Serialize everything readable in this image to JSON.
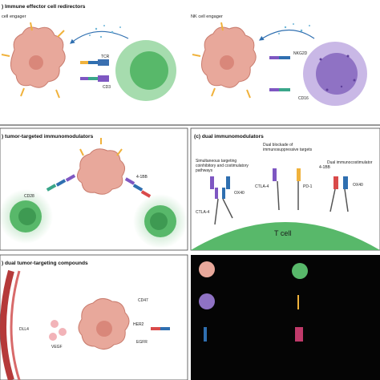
{
  "panels": {
    "a": {
      "title": ") Immune effector cell redirectors",
      "left_caption": "cell engager",
      "right_caption": "NK cell engager",
      "tcr": "TCR",
      "cd3": "CD3",
      "nkg2d": "NKG2D",
      "cd16": "CD16"
    },
    "b": {
      "title": ") tumor-targeted immunomodulators",
      "cd28": "CD28",
      "b41bb": "4-1BB"
    },
    "c": {
      "title": "(c) dual immunomodulators",
      "dual_blockade": [
        "Dual blockade of",
        "immunosuppressive targets"
      ],
      "simultaneous": [
        "Simultaneous targeting",
        "coinhibitory and costimulatory",
        "pathways"
      ],
      "dual_costim": "Dual immunocostimulator",
      "ctla4_a": "CTLA-4",
      "ctla4_b": "CTLA-4",
      "pd1": "PD-1",
      "ox40_a": "OX40",
      "ox40_b": "OX40",
      "b41bb": "4-1BB",
      "tcell": "T cell"
    },
    "d": {
      "title": ") dual tumor-targeting compounds",
      "dll4": "DLL4",
      "vegf": "VEGF",
      "cd47": "CD47",
      "her2": "HER2",
      "egfr": "EGFR"
    }
  },
  "colors": {
    "tumor": "#e8a89b",
    "tumor_edge": "#c97c6e",
    "tcell": "#58b86a",
    "tcell_light": "#a6dcae",
    "nk": "#8f72c4",
    "nk_light": "#c9b8e6",
    "vessel": "#b53a3a",
    "legend_bg": "#050505",
    "antibody_yellow": "#f0b23c",
    "antibody_blue": "#2f6fb0",
    "antibody_green": "#3aa68a",
    "antibody_purple": "#7e57c2",
    "antibody_red": "#d94a4a"
  }
}
